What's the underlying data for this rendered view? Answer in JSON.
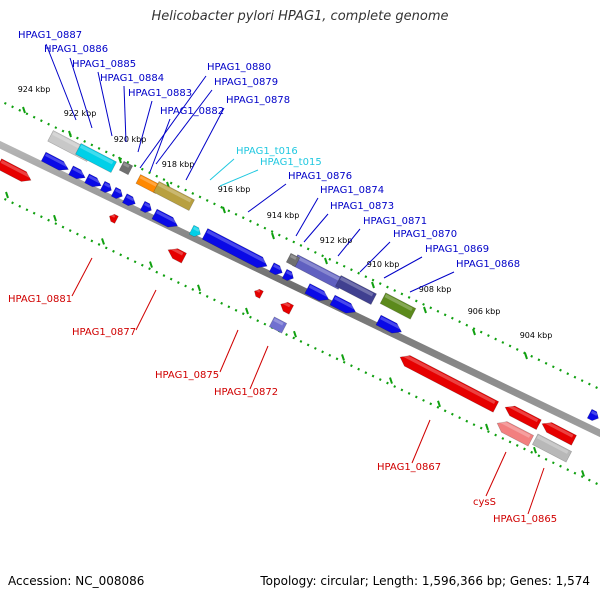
{
  "title": "Helicobacter pylori HPAG1, complete genome",
  "footer": {
    "accession": "Accession: NC_008086",
    "summary": "Topology: circular; Length: 1,596,366 bp; Genes: 1,574"
  },
  "colors": {
    "forward_gene": "#0a0ae6",
    "reverse_gene": "#e60000",
    "trna": "#00d0e8",
    "backbone": "#808080",
    "ruler": "#10a010",
    "label_forward": "#0000c8",
    "label_reverse": "#d00000",
    "label_trna": "#20c8e0"
  },
  "kbp_ticks": [
    "924 kbp",
    "922 kbp",
    "920 kbp",
    "918 kbp",
    "916 kbp",
    "914 kbp",
    "912 kbp",
    "910 kbp",
    "908 kbp",
    "906 kbp",
    "904 kbp"
  ],
  "forward_labels": [
    "HPAG1_0887",
    "HPAG1_0886",
    "HPAG1_0885",
    "HPAG1_0884",
    "HPAG1_0883",
    "HPAG1_0880",
    "HPAG1_0879",
    "HPAG1_0882",
    "HPAG1_0878",
    "HPAG1_0876",
    "HPAG1_0874",
    "HPAG1_0873",
    "HPAG1_0871",
    "HPAG1_0870",
    "HPAG1_0869",
    "HPAG1_0868"
  ],
  "trna_labels": [
    "HPAG1_t016",
    "HPAG1_t015"
  ],
  "reverse_labels": [
    "HPAG1_0881",
    "HPAG1_0877",
    "HPAG1_0875",
    "HPAG1_0872",
    "HPAG1_0867",
    "cysS",
    "HPAG1_0865"
  ]
}
